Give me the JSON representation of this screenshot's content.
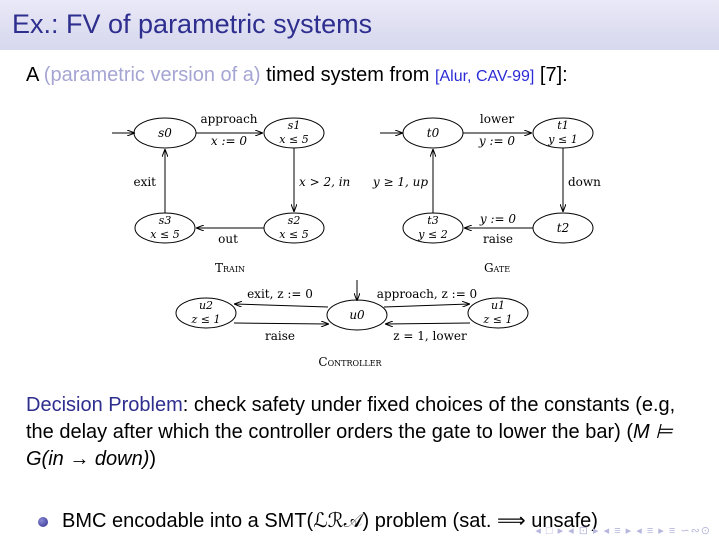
{
  "slide": {
    "title": "Ex.: FV of parametric systems",
    "intro_a": "A ",
    "intro_gray": "(parametric version of a)",
    "intro_mid": " timed system from ",
    "intro_cite": "[Alur, CAV-99]",
    "intro_end": " [7]:"
  },
  "diagram": {
    "train": {
      "label": "Train",
      "s0": "s0",
      "s1_name": "s1",
      "s1_inv": "x ≤ 5",
      "s2_name": "s2",
      "s2_inv": "x ≤ 5",
      "s3_name": "s3",
      "s3_inv": "x ≤ 5",
      "edge_approach": "approach",
      "edge_approach_reset": "x := 0",
      "edge_right": "x > 2, in",
      "edge_out": "out",
      "edge_exit": "exit"
    },
    "gate": {
      "label": "Gate",
      "t0": "t0",
      "t1_name": "t1",
      "t1_inv": "y ≤ 1",
      "t2": "t2",
      "t3_name": "t3",
      "t3_inv": "y ≤ 2",
      "edge_lower": "lower",
      "edge_lower_reset": "y := 0",
      "edge_down": "down",
      "edge_raise_reset": "y := 0",
      "edge_raise": "raise",
      "edge_up": "y ≥ 1, up"
    },
    "controller": {
      "label": "Controller",
      "u0": "u0",
      "u1_name": "u1",
      "u1_inv": "z ≤ 1",
      "u2_name": "u2",
      "u2_inv": "z ≤ 1",
      "edge_approach": "approach, z := 0",
      "edge_lower": "z = 1, lower",
      "edge_exit": "exit, z := 0",
      "edge_raise": "raise"
    }
  },
  "decision": {
    "label": "Decision Problem",
    "text": ": check safety under fixed choices of the constants (e.g, the delay after which the controller orders the gate to lower the bar) (",
    "formula": "M ⊨ G(in → down)",
    "close": ")"
  },
  "bullet": {
    "text": "BMC encodable into a SMT(ℒℛ𝒜) problem (sat. ⟹ unsafe)"
  },
  "nav": {
    "symbols": "◂ □ ▸ ◂ ⊡ ▸ ◂ ≡ ▸ ◂ ≡ ▸ ≡ ∽∾⊙"
  }
}
